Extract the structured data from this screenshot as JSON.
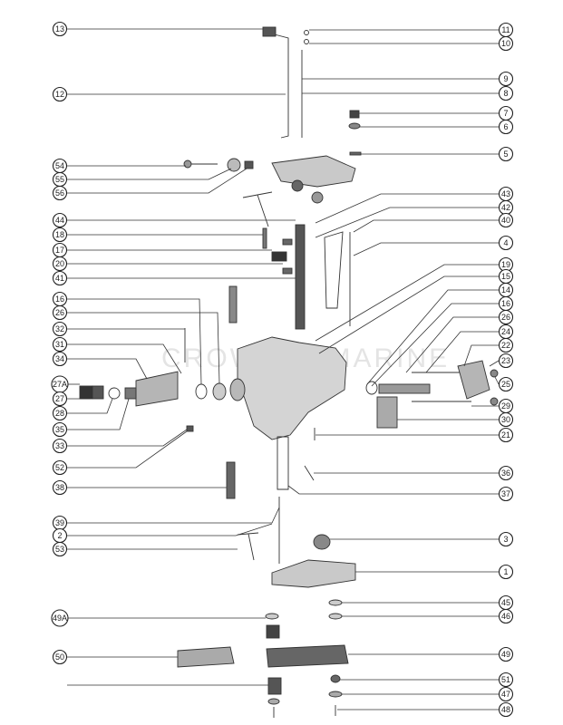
{
  "watermark": "CROWLEY MARINE",
  "left_callouts": [
    "13",
    "12",
    "54",
    "55",
    "56",
    "44",
    "18",
    "17",
    "20",
    "41",
    "16",
    "26",
    "32",
    "31",
    "34",
    "27A",
    "27",
    "28",
    "35",
    "33",
    "52",
    "38",
    "39",
    "2",
    "53",
    "49A",
    "50"
  ],
  "right_callouts": [
    "11",
    "10",
    "9",
    "8",
    "7",
    "6",
    "5",
    "43",
    "42",
    "40",
    "4",
    "19",
    "15",
    "14",
    "16",
    "26",
    "24",
    "22",
    "23",
    "25",
    "29",
    "30",
    "21",
    "36",
    "37",
    "3",
    "1",
    "45",
    "46",
    "49",
    "51",
    "47",
    "48"
  ]
}
